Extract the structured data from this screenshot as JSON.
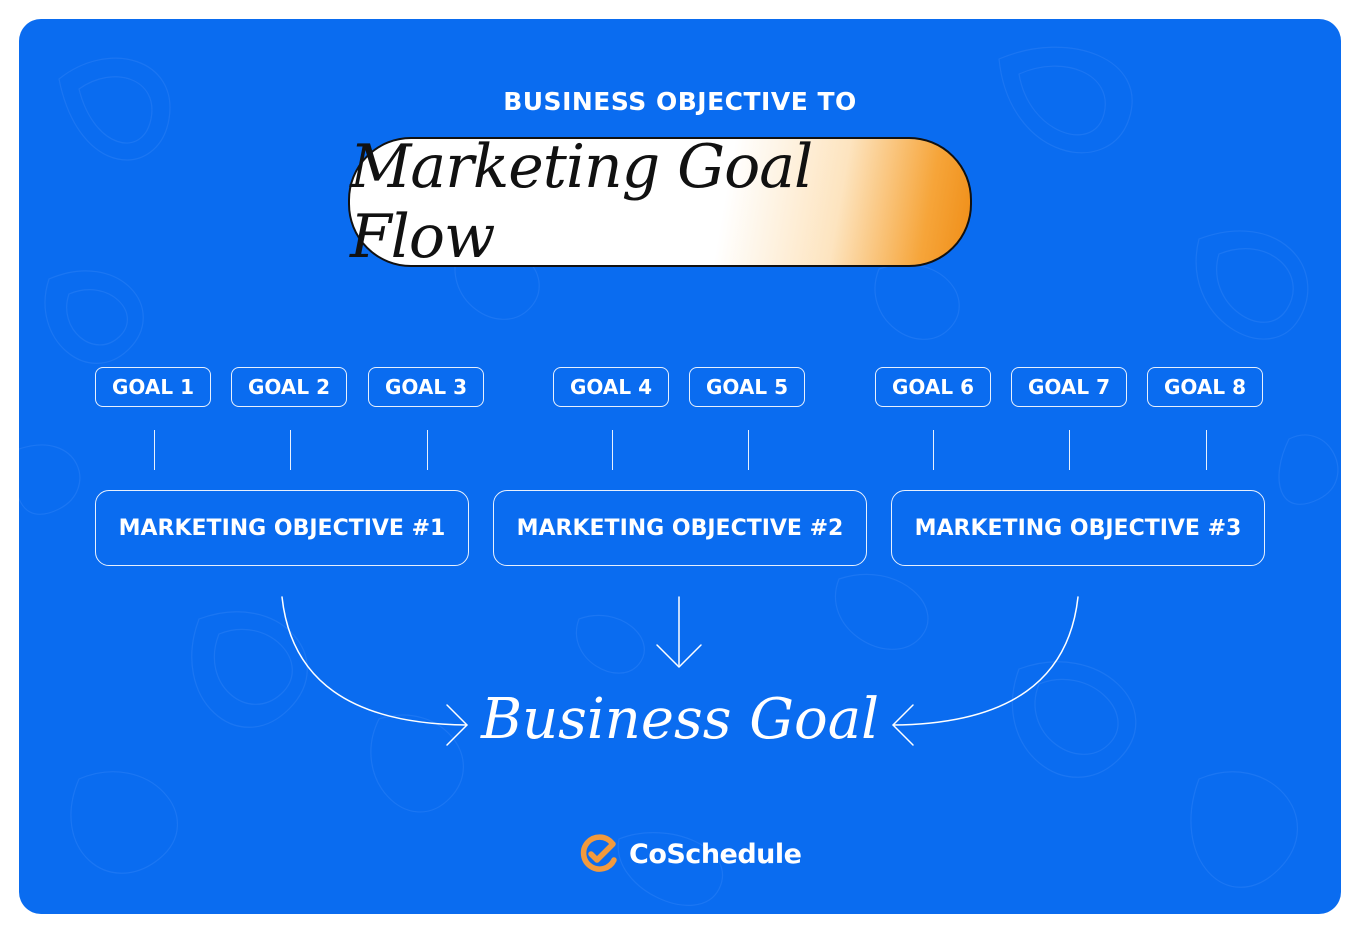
{
  "header": {
    "subtitle": "BUSINESS OBJECTIVE TO",
    "title": "Marketing Goal Flow"
  },
  "goals": [
    "GOAL 1",
    "GOAL 2",
    "GOAL 3",
    "GOAL 4",
    "GOAL 5",
    "GOAL 6",
    "GOAL 7",
    "GOAL 8"
  ],
  "objectives": [
    "MARKETING OBJECTIVE #1",
    "MARKETING OBJECTIVE #2",
    "MARKETING OBJECTIVE #3"
  ],
  "business_goal": "Business Goal",
  "brand": {
    "name": "CoSchedule",
    "logo_icon": "coschedule-check-icon"
  },
  "colors": {
    "background": "#0a6cf0",
    "accent_orange": "#ef8d16",
    "logo_orange": "#f29a3d"
  }
}
